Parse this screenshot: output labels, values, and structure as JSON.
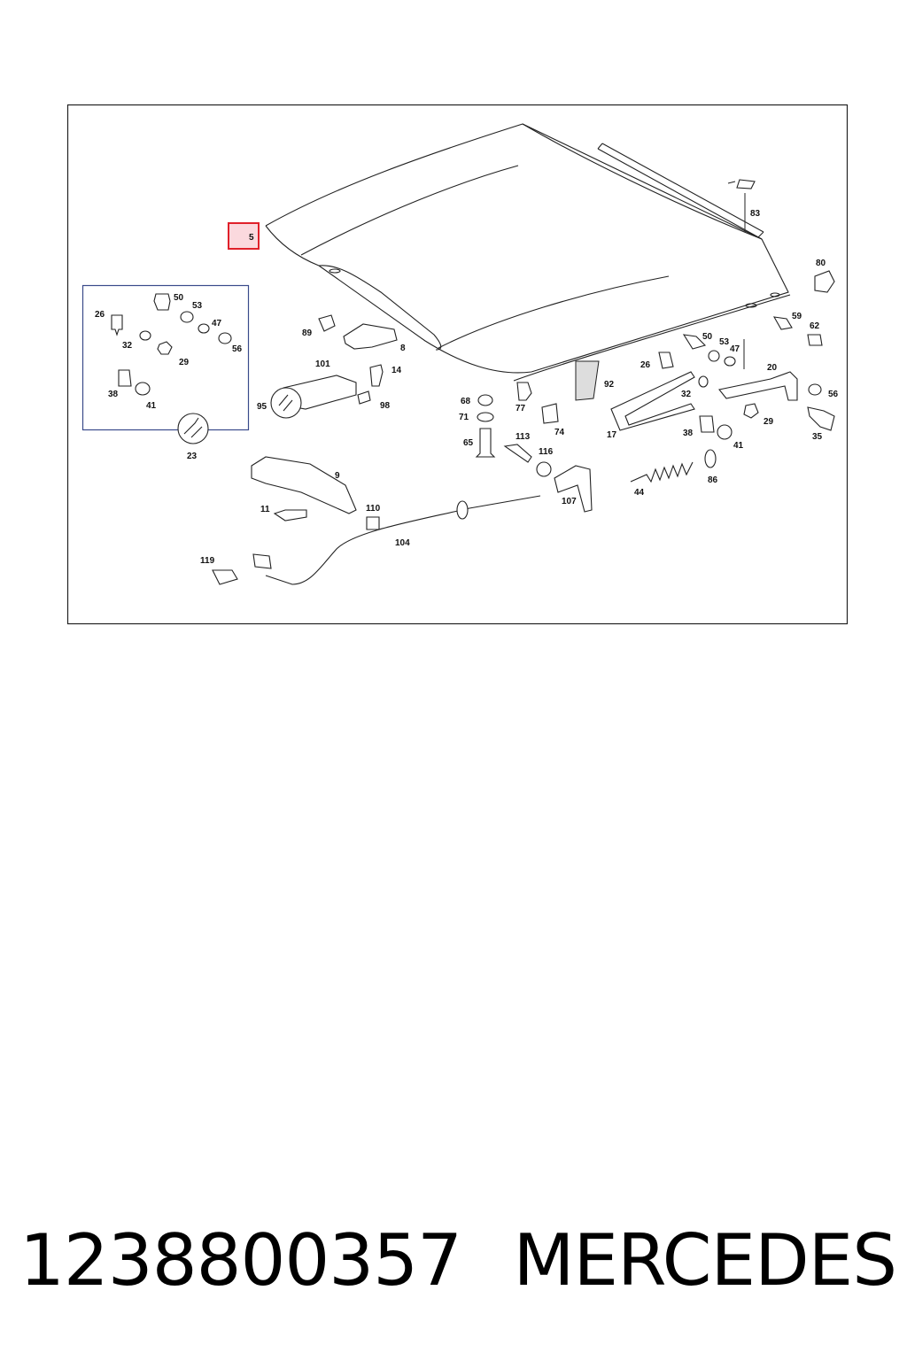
{
  "diagram": {
    "highlighted_part": "5",
    "callouts": {
      "p5": "5",
      "p83": "83",
      "p80": "80",
      "p89": "89",
      "p8": "8",
      "p101": "101",
      "p14": "14",
      "p95": "95",
      "p98": "98",
      "p92": "92",
      "p68": "68",
      "p71": "71",
      "p65": "65",
      "p77": "77",
      "p74": "74",
      "p113": "113",
      "p116": "116",
      "p107": "107",
      "p9": "9",
      "p11": "11",
      "p110": "110",
      "p104": "104",
      "p119": "119",
      "p23": "23",
      "p17": "17",
      "p44": "44",
      "p86": "86",
      "p20": "20",
      "p56r": "56",
      "p35": "35",
      "p29r": "29",
      "p41r": "41",
      "p38r": "38",
      "p32r": "32",
      "p26r": "26",
      "p50r": "50",
      "p53r": "53",
      "p47r": "47",
      "p59": "59",
      "p62": "62",
      "i26": "26",
      "i50": "50",
      "i53": "53",
      "i47": "47",
      "i32": "32",
      "i56": "56",
      "i29": "29",
      "i38": "38",
      "i41": "41"
    }
  },
  "caption": {
    "part_number": "1238800357",
    "brand": "MERCEDES"
  },
  "colors": {
    "highlight_fill": "#fbd9de",
    "highlight_stroke": "#e0202a",
    "line": "#222222"
  }
}
